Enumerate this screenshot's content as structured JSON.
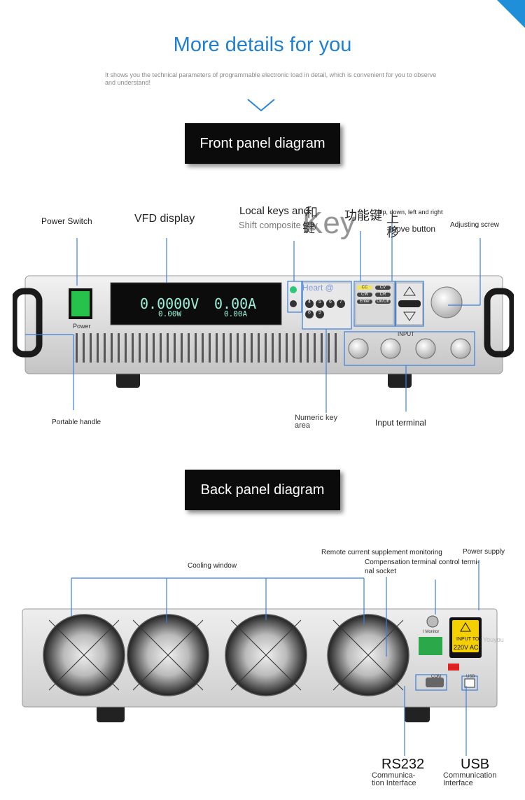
{
  "header": {
    "title": "More details for you",
    "subtitle": "It shows you the technical parameters of programmable electronic load in detail, which is convenient for you to observe and understand!"
  },
  "front": {
    "section_title": "Front panel diagram",
    "labels": {
      "power_switch": "Power Switch",
      "vfd_display": "VFD display",
      "local_keys_line1": "Local keys and",
      "local_keys_line2": "Shift composite key",
      "function_keys": "功能键",
      "up_down": "Up, down, left and right",
      "move_button": "move button",
      "adjusting_screw": "Adjusting screw",
      "portable_handle": "Portable handle",
      "numeric_key_area_1": "Numeric key",
      "numeric_key_area_2": "area",
      "input_terminal": "Input terminal",
      "watermark_key": "Key",
      "watermark_heart": "Heart @",
      "cn_he": "和",
      "cn_jian": "键",
      "cn_shang": "上",
      "cn_yi": "移"
    },
    "device": {
      "power_text": "Power",
      "display_voltage": "0.0000V",
      "display_current": "0.00A",
      "display_sub_left": "0.00W",
      "display_sub_right": "0.00A",
      "input_label": "INPUT",
      "keys_func": [
        "CC",
        "CV",
        "CW",
        "CR",
        "Enter",
        "On/Off"
      ],
      "keys_num": [
        "4",
        "5",
        "6",
        "7",
        "8",
        "9"
      ]
    }
  },
  "back": {
    "section_title": "Back panel diagram",
    "labels": {
      "cooling_window": "Cooling window",
      "remote_monitoring": "Remote current supplement monitoring",
      "power_supply": "Power supply",
      "compensation_line1": "Compensation terminal control termi-",
      "compensation_line2": "nal socket",
      "rs232": "RS232",
      "rs232_sub1": "Communica-",
      "rs232_sub2": "tion Interface",
      "usb": "USB",
      "usb_sub1": "Communication",
      "usb_sub2": "Interface",
      "youyou": "Youyou"
    },
    "device": {
      "warning_line1": "INPUT TO",
      "warning_line2": "220V AC",
      "monitor_label": "I Monitor",
      "com_label": "COM",
      "usb_label": "USB"
    }
  },
  "colors": {
    "accent": "#1f7fd0",
    "callout_line": "#3a7fd8",
    "vfd_text": "#9af0d8",
    "power_green": "#22c55e",
    "warning_yellow": "#f5d000"
  }
}
